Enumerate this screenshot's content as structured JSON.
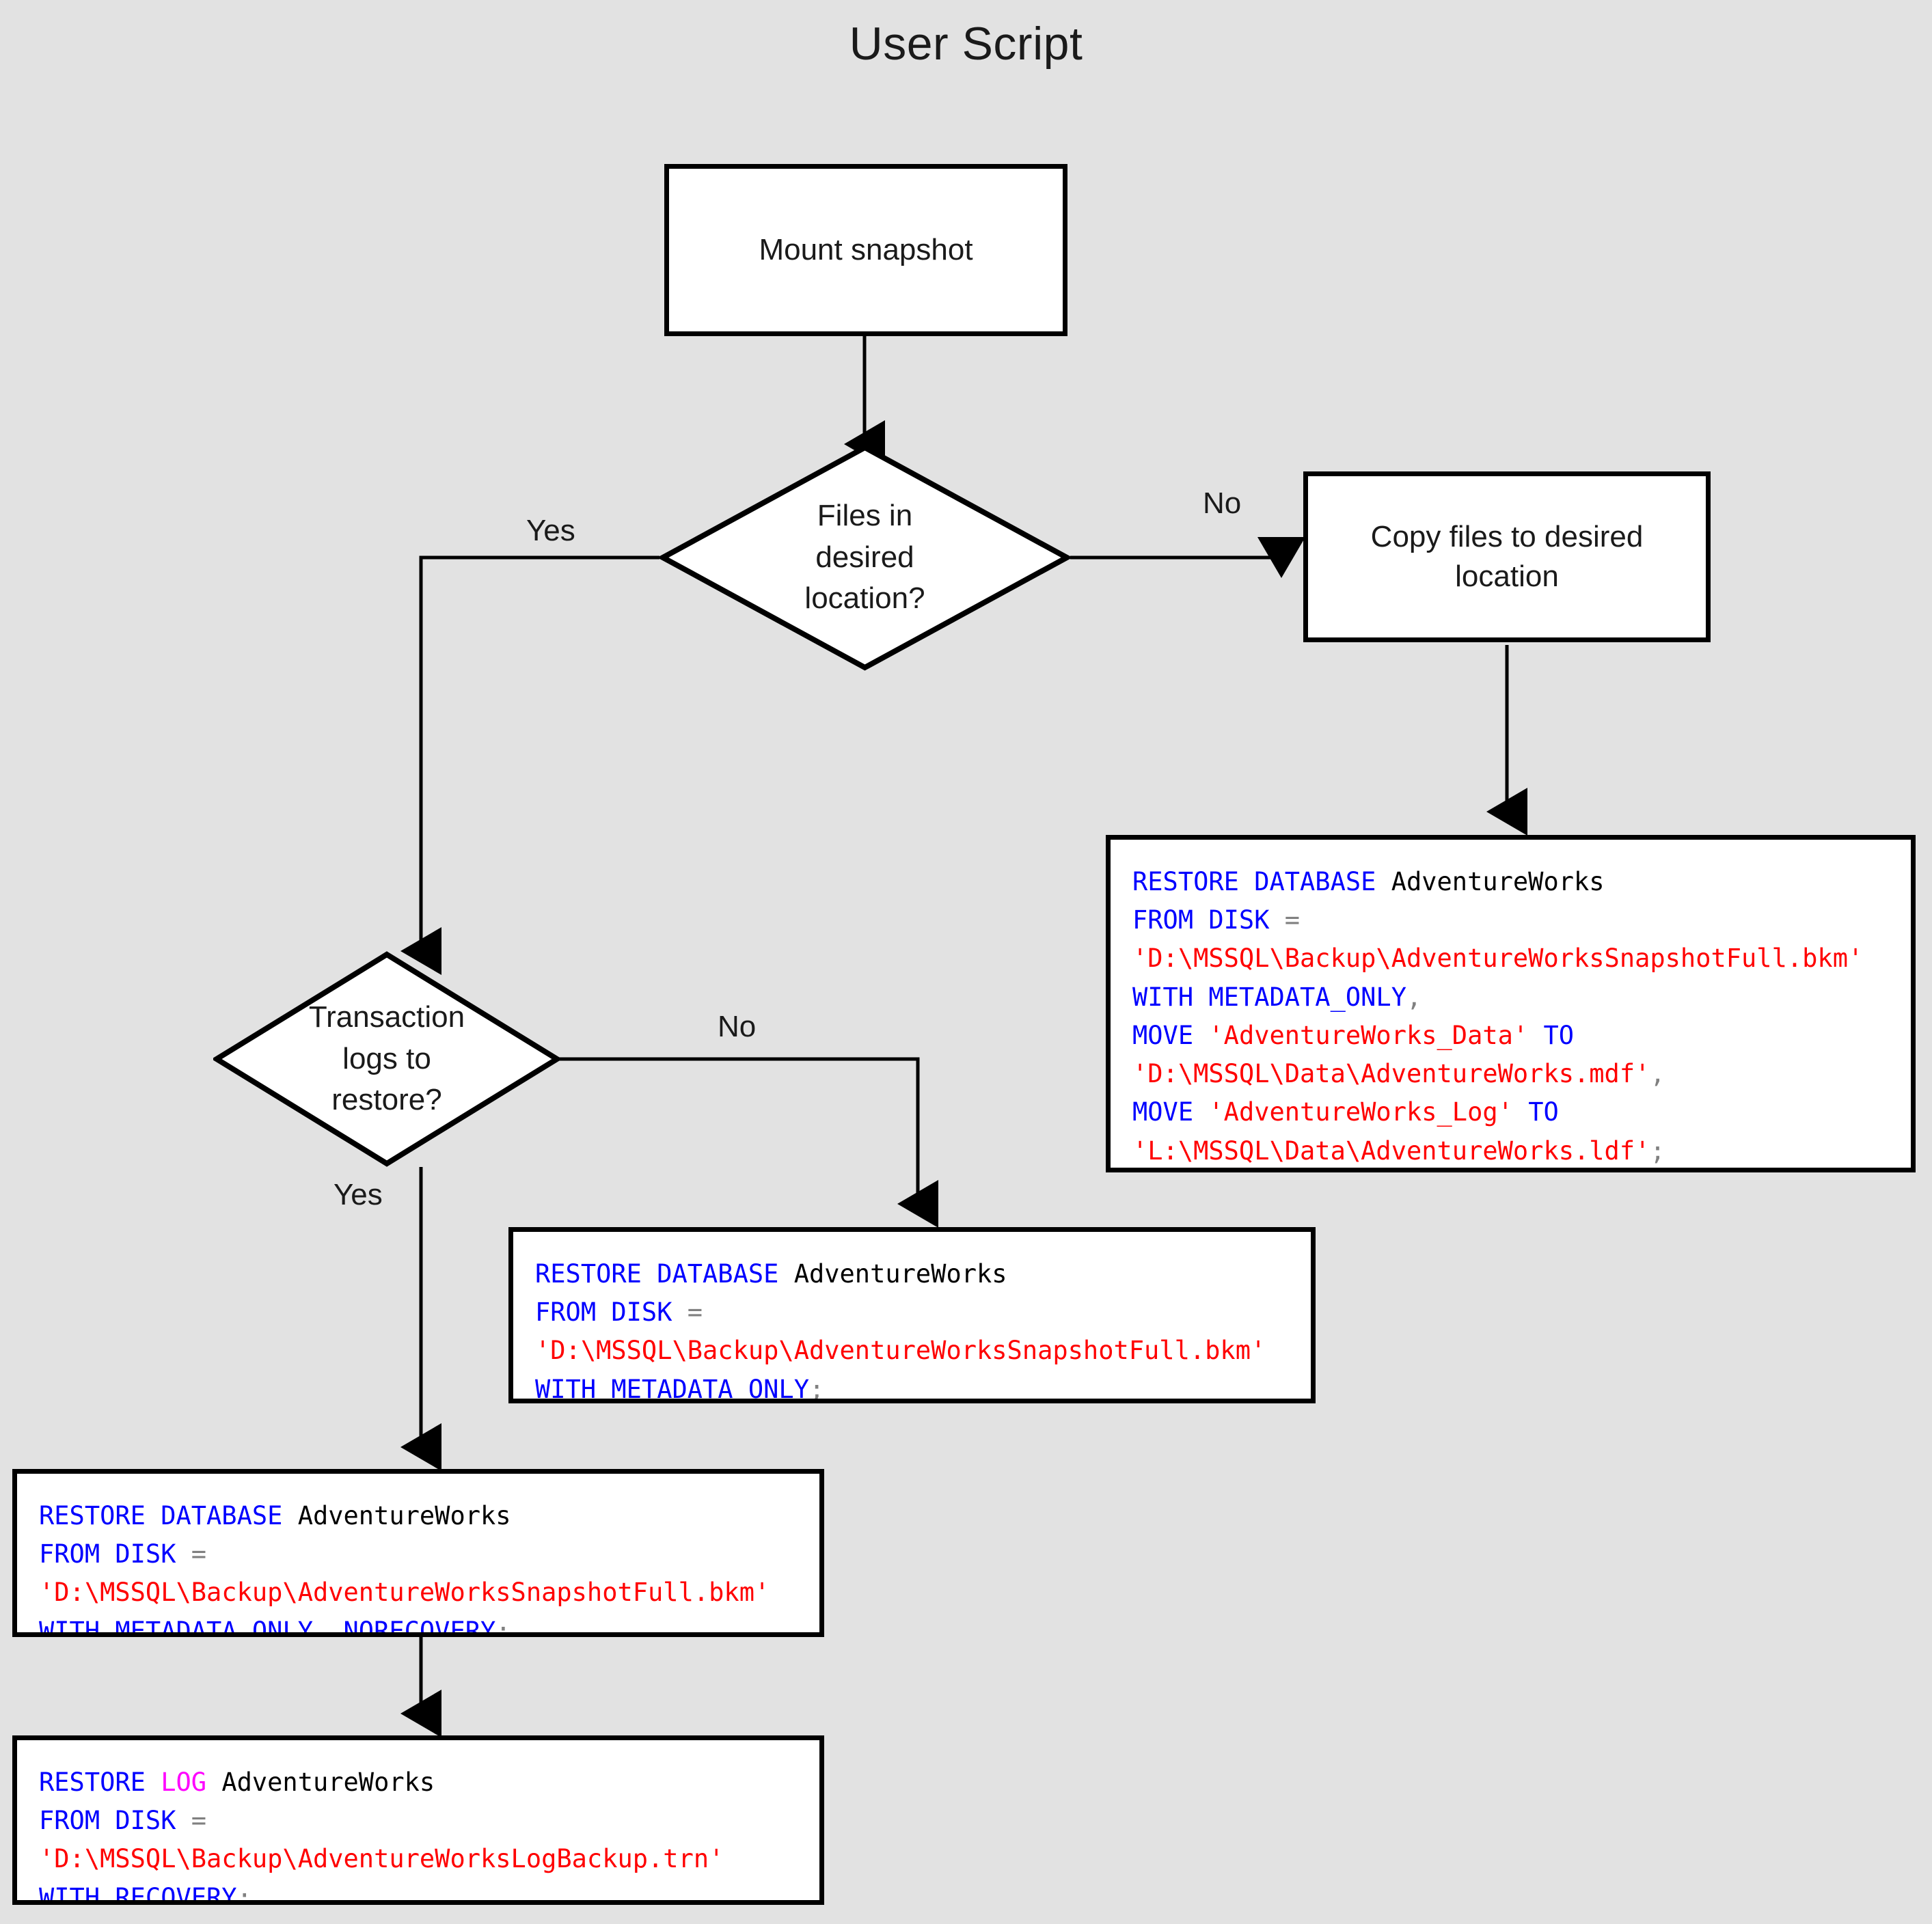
{
  "page": {
    "title": "User Script",
    "background_color": "#e2e2e2",
    "node_fill": "#ffffff",
    "node_stroke": "#000000",
    "text_color": "#1a1a1a"
  },
  "syntax_colors": {
    "keyword": "#0000ff",
    "keyword_log": "#ff00ff",
    "string": "#ff0000",
    "punctuation": "#808080",
    "identifier": "#000000"
  },
  "nodes": {
    "mount_snapshot": {
      "label": "Mount snapshot"
    },
    "files_decision": {
      "label": "Files in\ndesired\nlocation?"
    },
    "copy_files": {
      "label": "Copy files to desired\nlocation"
    },
    "logs_decision": {
      "label": "Transaction\nlogs to\nrestore?"
    }
  },
  "edge_labels": {
    "files_yes": "Yes",
    "files_no": "No",
    "logs_no": "No",
    "logs_yes": "Yes"
  },
  "code_blocks": {
    "restore_with_move": {
      "name": "restore-database-with-move",
      "lines": [
        [
          {
            "t": "RESTORE DATABASE ",
            "c": "kw"
          },
          {
            "t": "AdventureWorks",
            "c": "id"
          }
        ],
        [
          {
            "t": "FROM DISK ",
            "c": "kw"
          },
          {
            "t": "=",
            "c": "pun"
          }
        ],
        [
          {
            "t": "'D:\\MSSQL\\Backup\\AdventureWorksSnapshotFull.bkm'",
            "c": "str"
          }
        ],
        [
          {
            "t": "WITH METADATA_ONLY",
            "c": "kw"
          },
          {
            "t": ",",
            "c": "pun"
          }
        ],
        [
          {
            "t": "MOVE ",
            "c": "kw"
          },
          {
            "t": "'AdventureWorks_Data'",
            "c": "str"
          },
          {
            "t": " TO",
            "c": "kw"
          }
        ],
        [
          {
            "t": "'D:\\MSSQL\\Data\\AdventureWorks.mdf'",
            "c": "str"
          },
          {
            "t": ",",
            "c": "pun"
          }
        ],
        [
          {
            "t": "MOVE ",
            "c": "kw"
          },
          {
            "t": "'AdventureWorks_Log'",
            "c": "str"
          },
          {
            "t": " TO",
            "c": "kw"
          }
        ],
        [
          {
            "t": "'L:\\MSSQL\\Data\\AdventureWorks.ldf'",
            "c": "str"
          },
          {
            "t": ";",
            "c": "pun"
          }
        ]
      ]
    },
    "restore_metadata_only": {
      "name": "restore-database-metadata-only",
      "lines": [
        [
          {
            "t": "RESTORE DATABASE ",
            "c": "kw"
          },
          {
            "t": "AdventureWorks",
            "c": "id"
          }
        ],
        [
          {
            "t": "FROM DISK ",
            "c": "kw"
          },
          {
            "t": "=",
            "c": "pun"
          }
        ],
        [
          {
            "t": "'D:\\MSSQL\\Backup\\AdventureWorksSnapshotFull.bkm'",
            "c": "str"
          }
        ],
        [
          {
            "t": "WITH METADATA_ONLY",
            "c": "kw"
          },
          {
            "t": ";",
            "c": "pun"
          }
        ]
      ]
    },
    "restore_norecovery": {
      "name": "restore-database-norecovery",
      "lines": [
        [
          {
            "t": "RESTORE DATABASE ",
            "c": "kw"
          },
          {
            "t": "AdventureWorks",
            "c": "id"
          }
        ],
        [
          {
            "t": "FROM DISK ",
            "c": "kw"
          },
          {
            "t": "=",
            "c": "pun"
          }
        ],
        [
          {
            "t": "'D:\\MSSQL\\Backup\\AdventureWorksSnapshotFull.bkm'",
            "c": "str"
          }
        ],
        [
          {
            "t": "WITH METADATA_ONLY",
            "c": "kw"
          },
          {
            "t": ", ",
            "c": "pun"
          },
          {
            "t": "NORECOVERY",
            "c": "kw"
          },
          {
            "t": ";",
            "c": "pun"
          }
        ]
      ]
    },
    "restore_log": {
      "name": "restore-log-with-recovery",
      "lines": [
        [
          {
            "t": "RESTORE ",
            "c": "kw"
          },
          {
            "t": "LOG ",
            "c": "kw2"
          },
          {
            "t": "AdventureWorks",
            "c": "id"
          }
        ],
        [
          {
            "t": "FROM DISK ",
            "c": "kw"
          },
          {
            "t": "=",
            "c": "pun"
          }
        ],
        [
          {
            "t": "'D:\\MSSQL\\Backup\\AdventureWorksLogBackup.trn'",
            "c": "str"
          }
        ],
        [
          {
            "t": "WITH RECOVERY",
            "c": "kw"
          },
          {
            "t": ";",
            "c": "pun"
          }
        ]
      ]
    }
  }
}
